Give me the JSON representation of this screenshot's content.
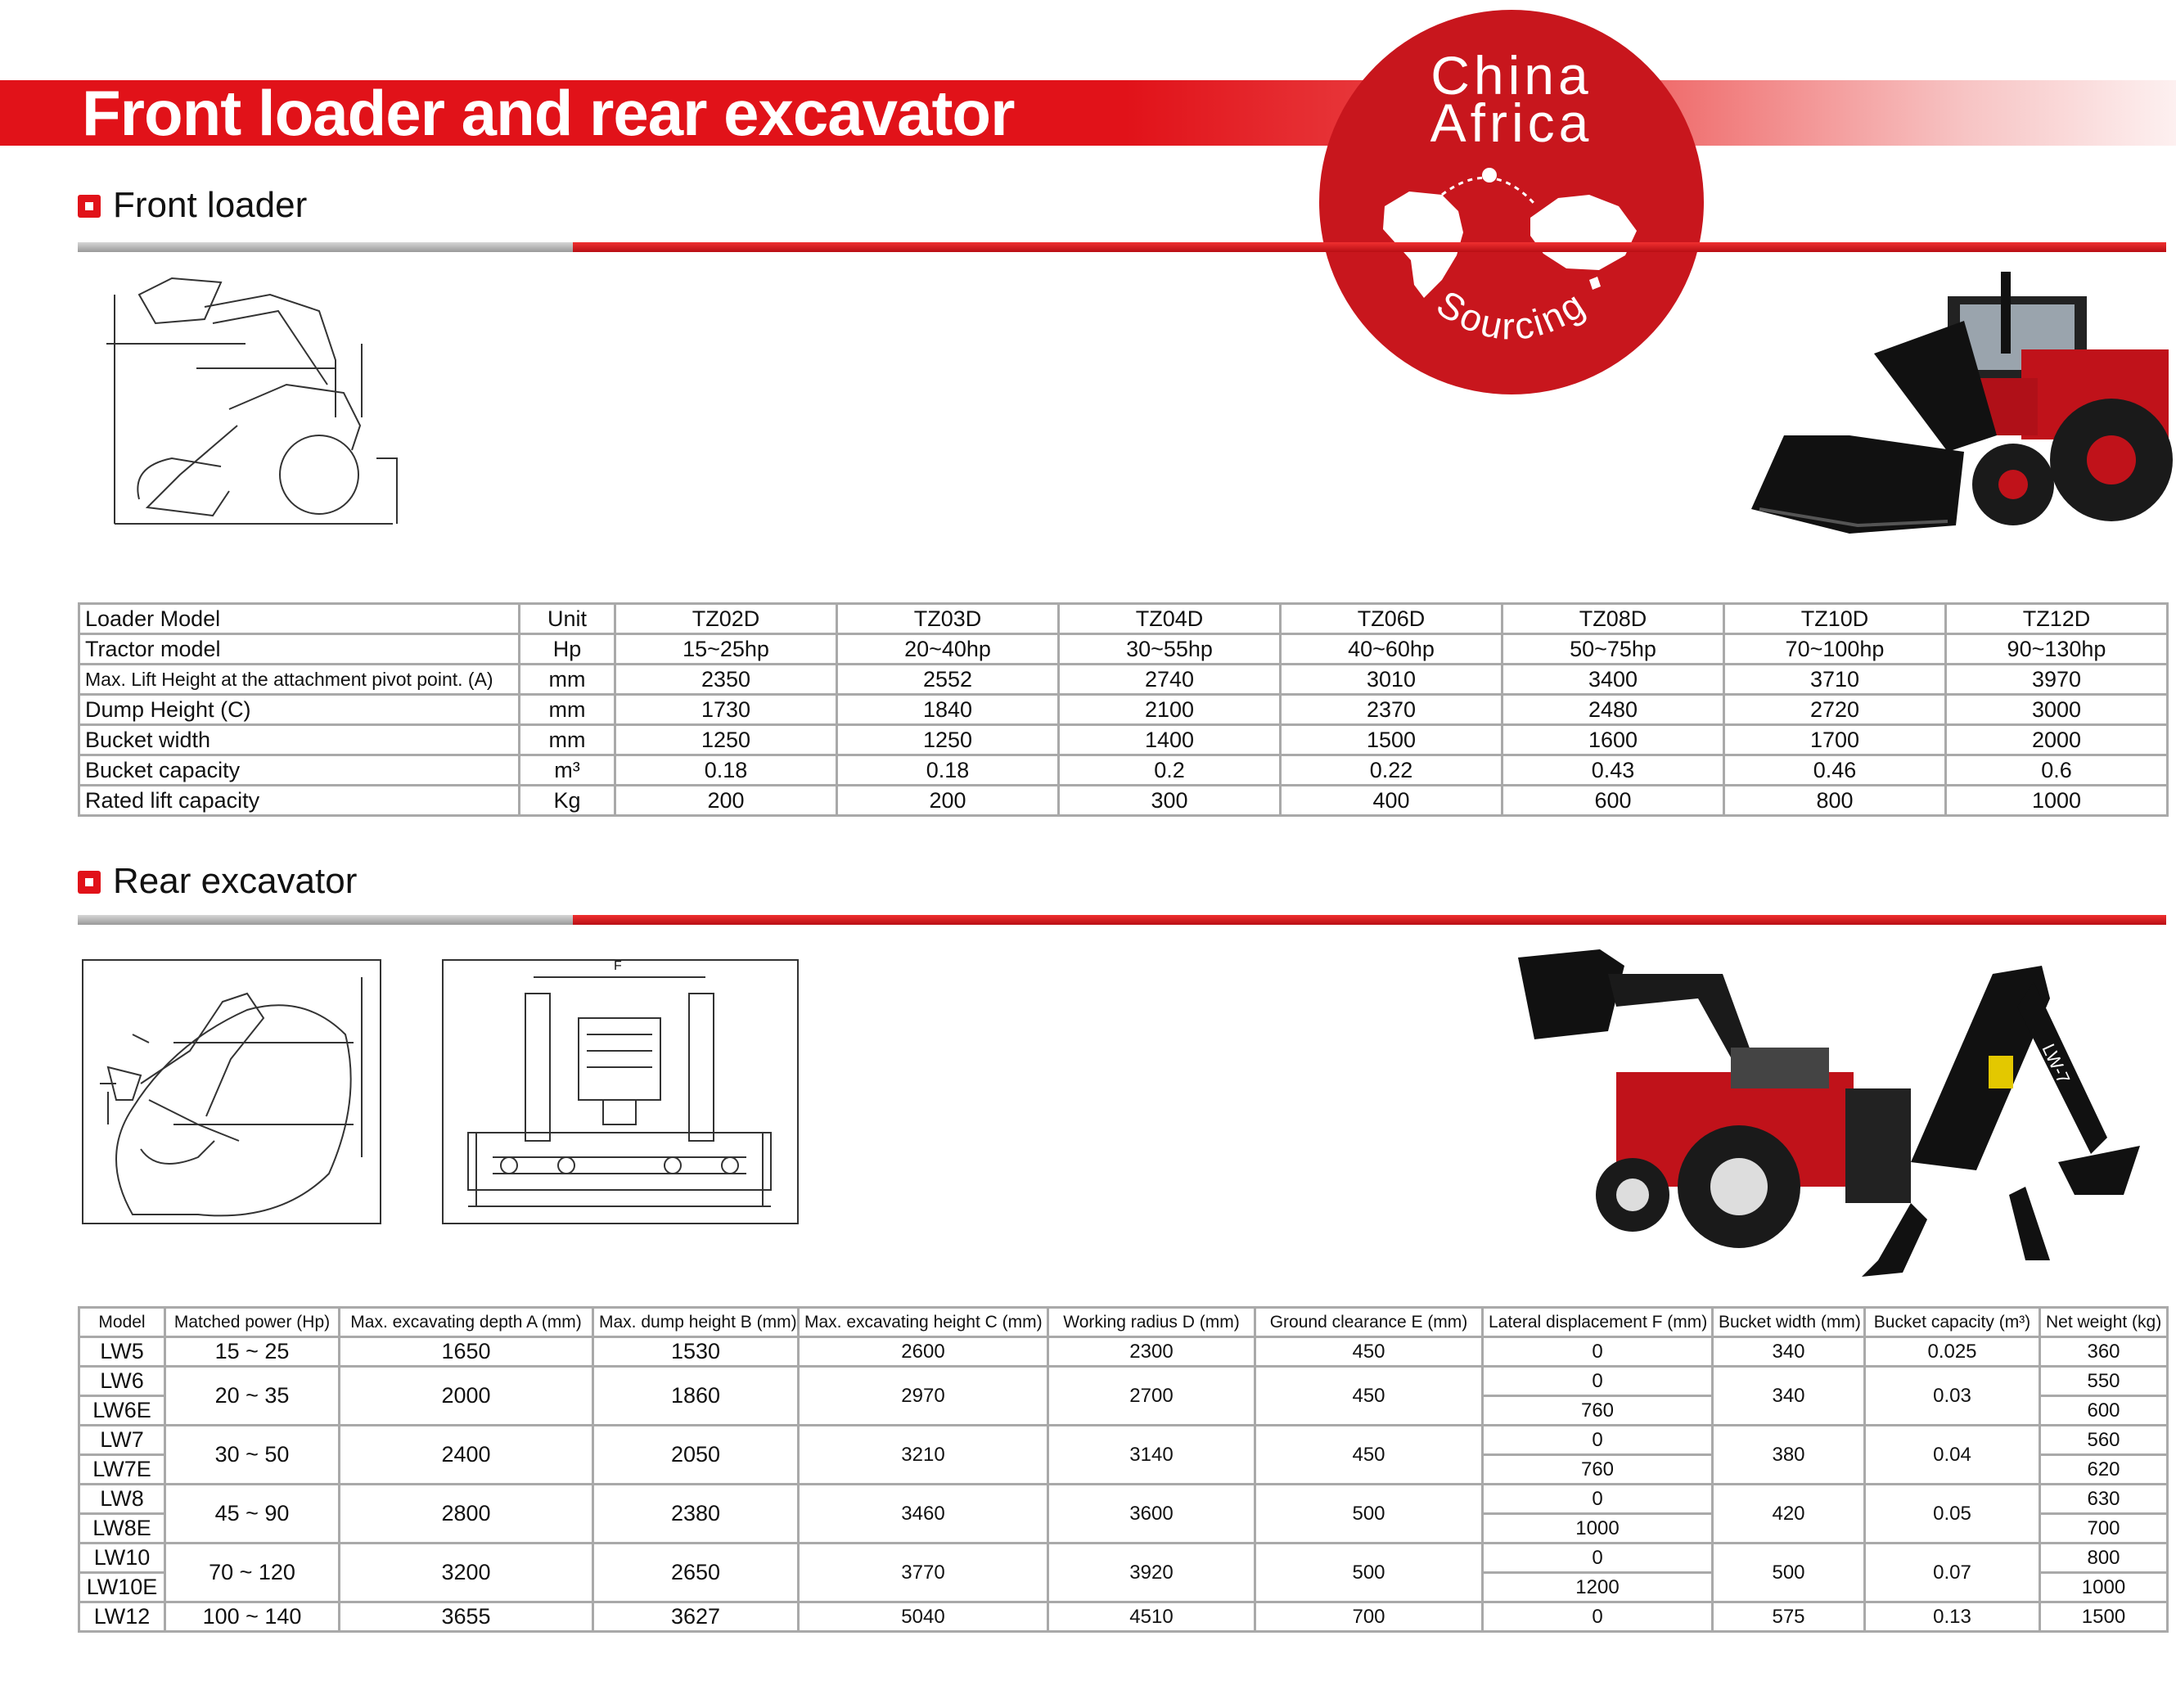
{
  "header": {
    "title": "Front loader and rear excavator"
  },
  "logo": {
    "line1": "China",
    "line2": "Africa",
    "bottom": "Sourcing",
    "color": "#c8161d"
  },
  "front_loader": {
    "heading": "Front loader",
    "table": {
      "header": [
        "Loader Model",
        "Unit",
        "TZ02D",
        "TZ03D",
        "TZ04D",
        "TZ06D",
        "TZ08D",
        "TZ10D",
        "TZ12D"
      ],
      "rows": [
        {
          "label": "Tractor model",
          "unit": "Hp",
          "values": [
            "15~25hp",
            "20~40hp",
            "30~55hp",
            "40~60hp",
            "50~75hp",
            "70~100hp",
            "90~130hp"
          ]
        },
        {
          "label": "Max. Lift Height at the attachment pivot point. (A)",
          "unit": "mm",
          "values": [
            "2350",
            "2552",
            "2740",
            "3010",
            "3400",
            "3710",
            "3970"
          ]
        },
        {
          "label": "Dump Height (C)",
          "unit": "mm",
          "values": [
            "1730",
            "1840",
            "2100",
            "2370",
            "2480",
            "2720",
            "3000"
          ]
        },
        {
          "label": "Bucket width",
          "unit": "mm",
          "values": [
            "1250",
            "1250",
            "1400",
            "1500",
            "1600",
            "1700",
            "2000"
          ]
        },
        {
          "label": "Bucket capacity",
          "unit": "m³",
          "values": [
            "0.18",
            "0.18",
            "0.2",
            "0.22",
            "0.43",
            "0.46",
            "0.6"
          ]
        },
        {
          "label": "Rated lift capacity",
          "unit": "Kg",
          "values": [
            "200",
            "200",
            "300",
            "400",
            "600",
            "800",
            "1000"
          ]
        }
      ]
    }
  },
  "rear_excavator": {
    "heading": "Rear excavator",
    "drawing_label": "F",
    "photo_label": "LW-7",
    "table": {
      "header": [
        "Model",
        "Matched power (Hp)",
        "Max. excavating depth A (mm)",
        "Max. dump height B (mm)",
        "Max. excavating height C (mm)",
        "Working radius D (mm)",
        "Ground clearance E (mm)",
        "Lateral displacement F (mm)",
        "Bucket width (mm)",
        "Bucket capacity (m³)",
        "Net weight (kg)"
      ],
      "groups": [
        {
          "models": [
            "LW5"
          ],
          "power": "15 ~ 25",
          "depth": "1650",
          "dump": "1530",
          "height": "2600",
          "radius": "2300",
          "clearance": "450",
          "lateral": [
            "0"
          ],
          "bucket_width": "340",
          "capacity": "0.025",
          "weight": [
            "360"
          ]
        },
        {
          "models": [
            "LW6",
            "LW6E"
          ],
          "power": "20 ~ 35",
          "depth": "2000",
          "dump": "1860",
          "height": "2970",
          "radius": "2700",
          "clearance": "450",
          "lateral": [
            "0",
            "760"
          ],
          "bucket_width": "340",
          "capacity": "0.03",
          "weight": [
            "550",
            "600"
          ]
        },
        {
          "models": [
            "LW7",
            "LW7E"
          ],
          "power": "30 ~ 50",
          "depth": "2400",
          "dump": "2050",
          "height": "3210",
          "radius": "3140",
          "clearance": "450",
          "lateral": [
            "0",
            "760"
          ],
          "bucket_width": "380",
          "capacity": "0.04",
          "weight": [
            "560",
            "620"
          ]
        },
        {
          "models": [
            "LW8",
            "LW8E"
          ],
          "power": "45 ~ 90",
          "depth": "2800",
          "dump": "2380",
          "height": "3460",
          "radius": "3600",
          "clearance": "500",
          "lateral": [
            "0",
            "1000"
          ],
          "bucket_width": "420",
          "capacity": "0.05",
          "weight": [
            "630",
            "700"
          ]
        },
        {
          "models": [
            "LW10",
            "LW10E"
          ],
          "power": "70 ~ 120",
          "depth": "3200",
          "dump": "2650",
          "height": "3770",
          "radius": "3920",
          "clearance": "500",
          "lateral": [
            "0",
            "1200"
          ],
          "bucket_width": "500",
          "capacity": "0.07",
          "weight": [
            "800",
            "1000"
          ]
        },
        {
          "models": [
            "LW12"
          ],
          "power": "100 ~ 140",
          "depth": "3655",
          "dump": "3627",
          "height": "5040",
          "radius": "4510",
          "clearance": "700",
          "lateral": [
            "0"
          ],
          "bucket_width": "575",
          "capacity": "0.13",
          "weight": [
            "1500"
          ]
        }
      ]
    }
  },
  "colors": {
    "accent_red": "#e11219",
    "tractor_red": "#c0121a",
    "border_gray": "#a9a9a9"
  }
}
